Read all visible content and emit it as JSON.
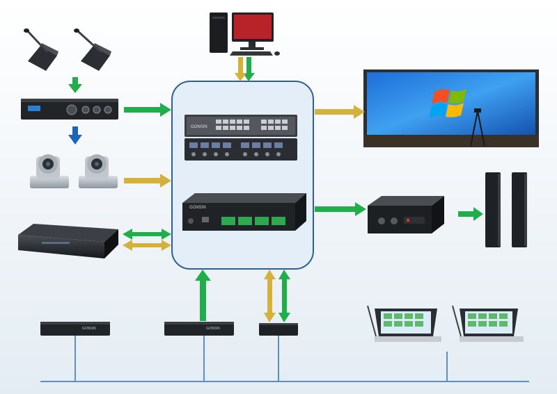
{
  "hub": {
    "matrix_brand": "GONSIN",
    "processor_brand": "GONSIN"
  },
  "devices": {
    "desktop_screen_text": "",
    "rack_unit_brand": "GONSIN"
  },
  "colors": {
    "background": "#eef3f7",
    "hub_fill": "#e3eef8",
    "hub_border": "#2f5f8f",
    "arrow_green": "#1fae4a",
    "arrow_gold": "#d4b13a",
    "arrow_blue": "#1d63b8",
    "bus_line": "#5b8fbf"
  },
  "icons": [
    "gooseneck-microphone-icon",
    "pc-workstation-icon",
    "led-video-wall-icon",
    "ptz-camera-icon",
    "video-conference-codec-icon",
    "power-amplifier-icon",
    "column-speaker-icon",
    "paperless-terminal-icon",
    "rack-unit-icon"
  ]
}
